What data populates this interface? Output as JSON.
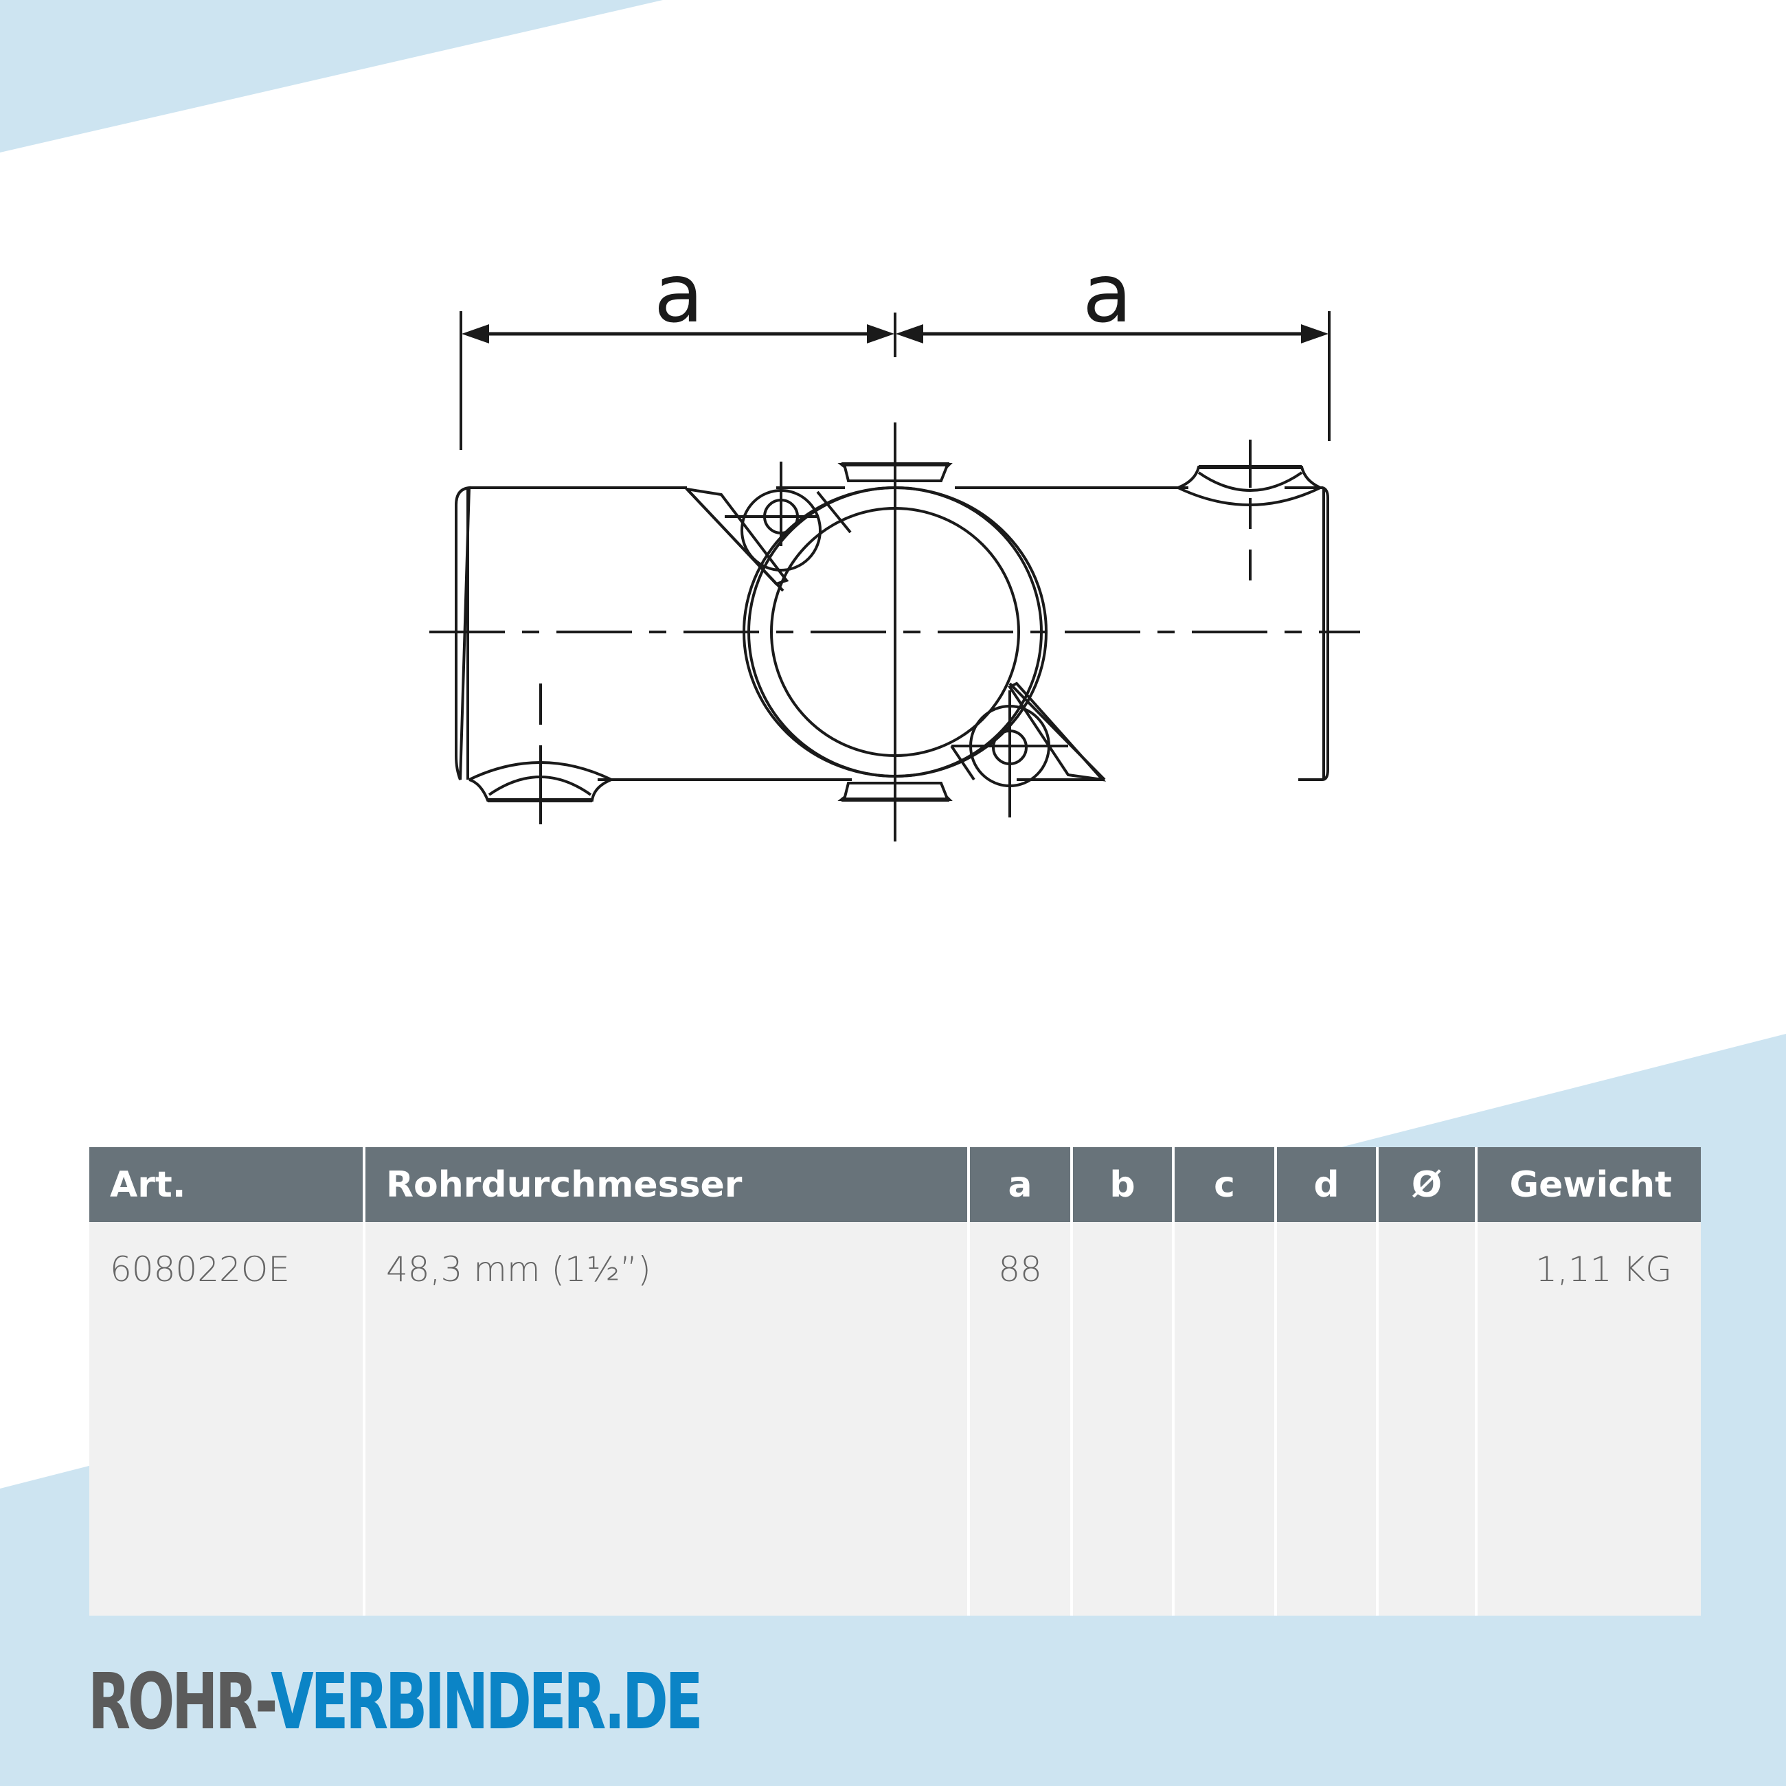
{
  "drawing": {
    "title": "Technical drawing of pipe connector (cross-over clamp)",
    "dimension_labels": [
      "a",
      "a"
    ],
    "line_color": "#1a1a1a"
  },
  "table": {
    "headers": [
      "Art.",
      "Rohrdurchmesser",
      "a",
      "b",
      "c",
      "d",
      "Ø",
      "Gewicht"
    ],
    "rows": [
      {
        "art": "608022OE",
        "rohrdurchmesser": "48,3 mm (1½”)",
        "a": "88",
        "b": "",
        "c": "",
        "d": "",
        "diameter": "",
        "gewicht": "1,11 KG"
      }
    ],
    "header_bg": "#68737a",
    "body_bg": "#f1f1f1"
  },
  "brand": {
    "part1": "ROHR-",
    "part2": "VERBINDER.DE",
    "color1": "#5b5b5b",
    "color2": "#0b84c6"
  },
  "background": {
    "accent": "#cde4f1",
    "base": "#ffffff"
  }
}
